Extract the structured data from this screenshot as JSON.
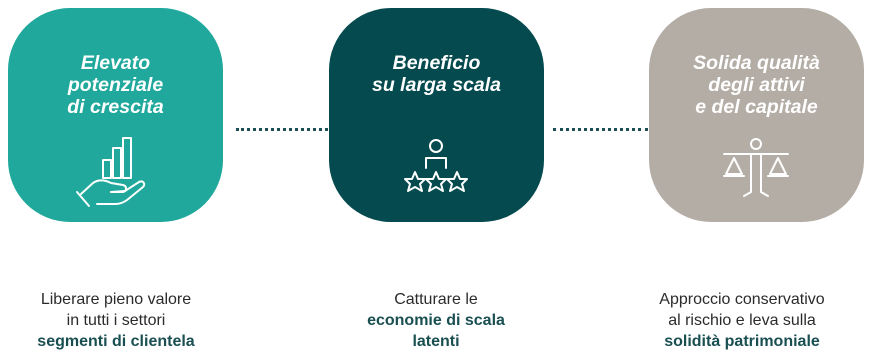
{
  "colors": {
    "teal": "#1fa89b",
    "dark_teal": "#044a4f",
    "grey": "#b4ada6",
    "connector": "#1d4f55"
  },
  "pillars": [
    {
      "title": "Elevato\npotenziale\ndi crescita",
      "icon": "hand-growth-chart-icon",
      "desc_line1": "Liberare pieno valore",
      "desc_line2": "in tutti i settori",
      "desc_bold": "segmenti di clientela"
    },
    {
      "title": "Beneficio\nsu larga scala",
      "icon": "person-stars-icon",
      "desc_line1": "Catturare le",
      "desc_bold1": "economie di scala",
      "desc_bold2": "latenti"
    },
    {
      "title": "Solida qualità\ndegli attivi\ne del capitale",
      "icon": "balance-scale-icon",
      "desc_line1": "Approccio conservativo",
      "desc_line2": "al rischio e leva sulla",
      "desc_bold": "solidità patrimoniale"
    }
  ]
}
